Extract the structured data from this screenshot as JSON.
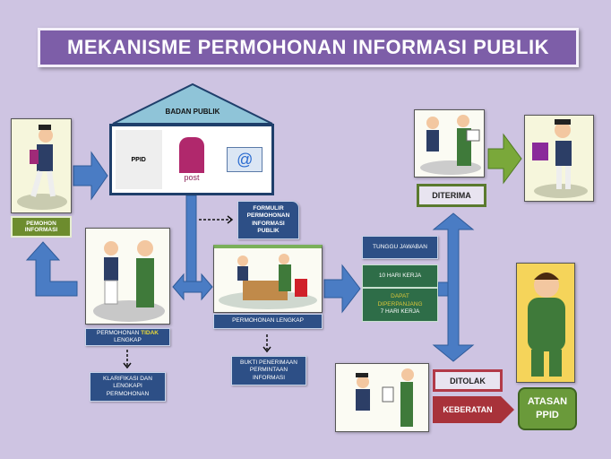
{
  "title": "MEKANISME PERMOHONAN INFORMASI PUBLIK",
  "badan_publik": {
    "label": "BADAN PUBLIK",
    "icons": [
      "PPID",
      "post",
      "@"
    ]
  },
  "pemohon": {
    "line1": "PEMOHON",
    "line2": "INFORMASI"
  },
  "formulir": {
    "lines": [
      "FORMULIR",
      "PERMOHONAN",
      "INFORMASI",
      "PUBLIK"
    ]
  },
  "tidak_lengkap": {
    "part1": "PERMOHONAN ",
    "highlight": "TIDAK",
    "part2": "LENGKAP"
  },
  "klarifikasi": {
    "lines": [
      "KLARIFIKASI DAN",
      "LENGKAPI",
      "PERMOHONAN"
    ]
  },
  "lengkap": {
    "label": "PERMOHONAN LENGKAP"
  },
  "bukti": {
    "lines": [
      "BUKTI PENERIMAAN",
      "PERMINTAAN",
      "INFORMASI"
    ]
  },
  "tunggu": {
    "label": "TUNGGU JAWABAN"
  },
  "hari": {
    "label": "10 HARI KERJA"
  },
  "perpanjang": {
    "line1": "DAPAT",
    "line2": "DIPERPANJANG",
    "line3": "7 HARI KERJA"
  },
  "diterima": {
    "label": "DITERIMA"
  },
  "ditolak": {
    "label": "DITOLAK"
  },
  "keberatan": {
    "label": "KEBERATAN"
  },
  "atasan": {
    "line1": "ATASAN",
    "line2": "PPID"
  },
  "colors": {
    "background": "#cec4e2",
    "title": "#7d5ea8",
    "arrow": "#4a7cc4",
    "navy": "#2d4f86",
    "green": "#2e6d48",
    "red": "#a8323a"
  }
}
